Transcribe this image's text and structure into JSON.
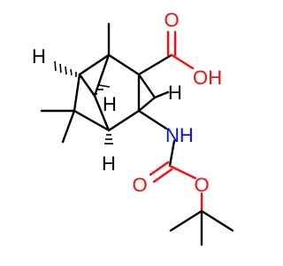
{
  "molecule": {
    "atoms": {
      "h_upper_left": "H",
      "h_bridge_right": "H",
      "h_bridge_center": "H",
      "h_lower": "H",
      "acid_carbonyl_o": "O",
      "acid_oh": "OH",
      "amide_nh": "NH",
      "carbamate_carbonyl_o": "O",
      "carbamate_ether_o": "O"
    },
    "colors": {
      "carbon_bond": "#000000",
      "oxygen": "#ff0d0d",
      "nitrogen": "#0a0aff",
      "hydrogen": "#000000"
    }
  }
}
